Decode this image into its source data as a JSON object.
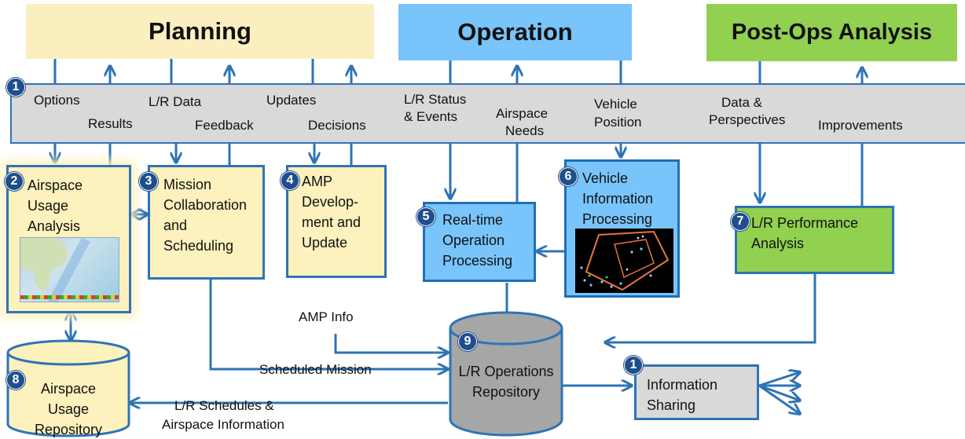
{
  "headers": {
    "planning": "Planning",
    "operation": "Operation",
    "post_ops": "Post-Ops Analysis"
  },
  "bus": {
    "badge": "1",
    "labels": {
      "options": "Options",
      "results": "Results",
      "lr_data": "L/R Data",
      "feedback": "Feedback",
      "updates": "Updates",
      "decisions": "Decisions",
      "lr_status_1": "L/R Status",
      "lr_status_2": "& Events",
      "airspace_needs_1": "Airspace",
      "airspace_needs_2": "Needs",
      "vehicle_position_1": "Vehicle",
      "vehicle_position_2": "Position",
      "data_perspectives_1": "Data &",
      "data_perspectives_2": "Perspectives",
      "improvements": "Improvements"
    }
  },
  "boxes": {
    "b2": {
      "badge": "2",
      "lines": [
        "Airspace",
        "Usage",
        "Analysis"
      ]
    },
    "b3": {
      "badge": "3",
      "lines": [
        "Mission",
        "Collaboration",
        "and",
        "Scheduling"
      ]
    },
    "b4": {
      "badge": "4",
      "lines": [
        "AMP",
        "Develop-",
        "ment and",
        "Update"
      ]
    },
    "b5": {
      "badge": "5",
      "lines": [
        "Real-time",
        "Operation",
        "Processing"
      ]
    },
    "b6": {
      "badge": "6",
      "lines": [
        "Vehicle",
        "Information",
        "Processing"
      ]
    },
    "b7": {
      "badge": "7",
      "lines": [
        "L/R Performance",
        "Analysis"
      ]
    },
    "b8": {
      "badge": "8",
      "lines": [
        "Airspace",
        "Usage",
        "Repository"
      ]
    },
    "b9": {
      "badge": "9",
      "lines": [
        "L/R Operations",
        "Repository"
      ]
    },
    "b1s": {
      "badge": "1",
      "lines": [
        "Information",
        "Sharing"
      ]
    }
  },
  "flows": {
    "amp_info": "AMP Info",
    "scheduled_mission": "Scheduled Mission",
    "schedules_1": "L/R Schedules &",
    "schedules_2": "Airspace Information"
  },
  "colors": {
    "planning": "#fbefc0",
    "operation": "#79c4fa",
    "post_ops": "#92d050",
    "bus": "#d9d9d9",
    "arrows": "#2e74b5"
  }
}
